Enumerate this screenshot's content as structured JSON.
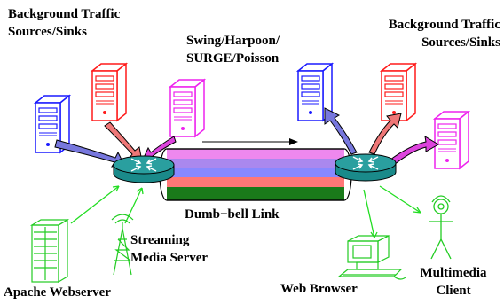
{
  "labels": {
    "bg_left_line1": "Background Traffic",
    "bg_left_line2": "Sources/Sinks",
    "generators_line1": "Swing/Harpoon/",
    "generators_line2": "SURGE/Poisson",
    "bg_right_line1": "Background Traffic",
    "bg_right_line2": "Sources/Sinks",
    "link": "Dumb−bell Link",
    "streaming_line1": "Streaming",
    "streaming_line2": "Media Server",
    "apache": "Apache Webserver",
    "browser": "Web Browser",
    "client_line1": "Multimedia",
    "client_line2": "Client"
  },
  "colors": {
    "server_blue": "#1a1aff",
    "server_red": "#ff1a1a",
    "server_magenta": "#ee22ee",
    "green": "#22dd22",
    "router_body": "#1a8a8a",
    "router_top": "#2a9f9f",
    "arrow_blue": "#7777dd",
    "arrow_red": "#ee7777",
    "arrow_magenta": "#dd44dd",
    "band_magenta": "#ee88ee",
    "band_purple": "#aa88ee",
    "band_blue": "#8888ff",
    "band_salmon": "#ff7777",
    "band_green": "#1a7a1a"
  },
  "icons": [
    "server-icon",
    "router-icon",
    "streaming-antenna-icon",
    "web-server-icon",
    "computer-icon",
    "person-icon"
  ]
}
